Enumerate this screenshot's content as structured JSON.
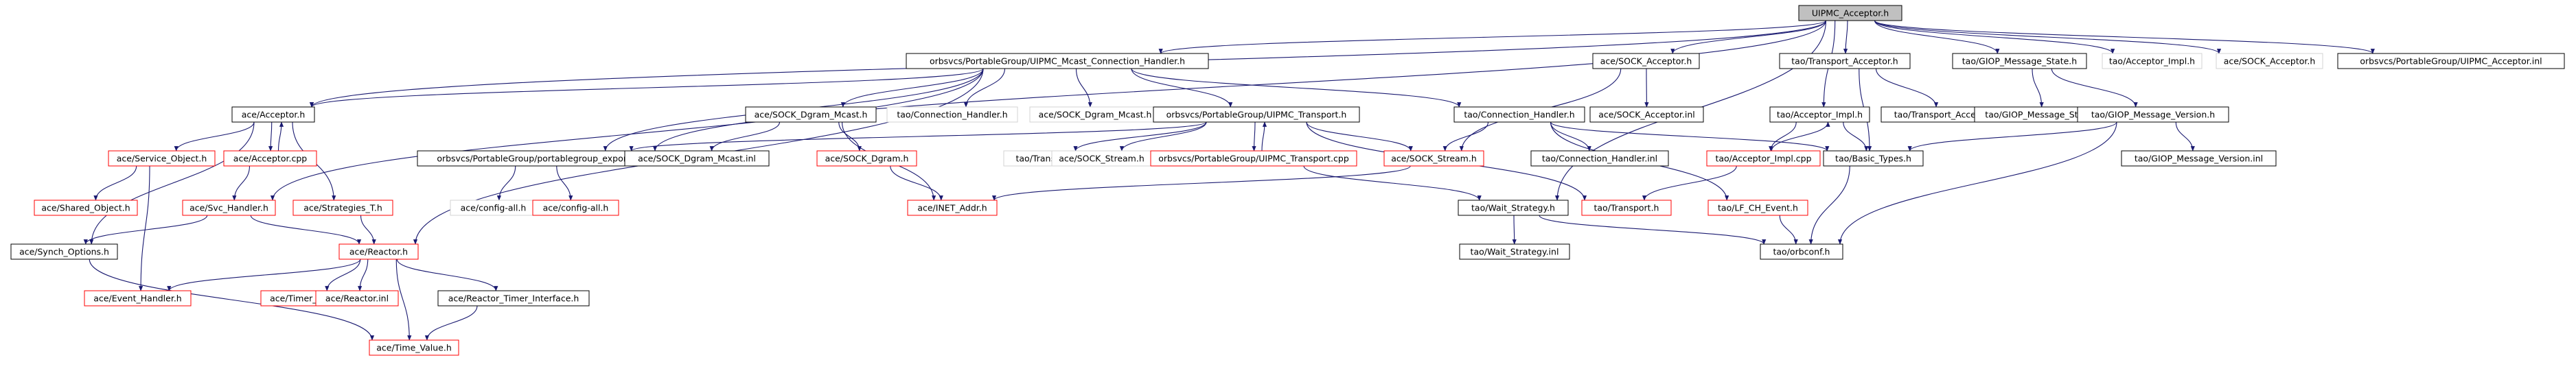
{
  "nodes": [
    {
      "id": "root",
      "label": "UIPMC_Acceptor.h",
      "kind": "root"
    },
    {
      "id": "mch",
      "label": "orbsvcs/PortableGroup/UIPMC_Mcast_Connection_Handler.h",
      "kind": "normal"
    },
    {
      "id": "sockacc",
      "label": "ace/SOCK_Acceptor.h",
      "kind": "normal"
    },
    {
      "id": "tracc",
      "label": "tao/Transport_Acceptor.h",
      "kind": "normal"
    },
    {
      "id": "giopstate",
      "label": "tao/GIOP_Message_State.h",
      "kind": "normal"
    },
    {
      "id": "accimplh2",
      "label": "tao/Acceptor_Impl.h",
      "kind": "grey"
    },
    {
      "id": "sockacc2",
      "label": "ace/SOCK_Acceptor.h",
      "kind": "grey"
    },
    {
      "id": "uipmcaccinl",
      "label": "orbsvcs/PortableGroup/UIPMC_Acceptor.inl",
      "kind": "normal"
    },
    {
      "id": "aceacc",
      "label": "ace/Acceptor.h",
      "kind": "normal"
    },
    {
      "id": "sockdgm",
      "label": "ace/SOCK_Dgram_Mcast.h",
      "kind": "normal"
    },
    {
      "id": "connhandler1",
      "label": "tao/Connection_Handler.h",
      "kind": "grey"
    },
    {
      "id": "sockdgm2",
      "label": "ace/SOCK_Dgram_Mcast.h",
      "kind": "grey"
    },
    {
      "id": "uipmctrans",
      "label": "orbsvcs/PortableGroup/UIPMC_Transport.h",
      "kind": "normal"
    },
    {
      "id": "connhandler",
      "label": "tao/Connection_Handler.h",
      "kind": "normal"
    },
    {
      "id": "sockaccinl",
      "label": "ace/SOCK_Acceptor.inl",
      "kind": "normal"
    },
    {
      "id": "accimpl",
      "label": "tao/Acceptor_Impl.h",
      "kind": "normal"
    },
    {
      "id": "traccinl",
      "label": "tao/Transport_Acceptor.inl",
      "kind": "normal"
    },
    {
      "id": "giopstateinl",
      "label": "tao/GIOP_Message_State.inl",
      "kind": "normal"
    },
    {
      "id": "giopver",
      "label": "tao/GIOP_Message_Version.h",
      "kind": "normal"
    },
    {
      "id": "svcobj",
      "label": "ace/Service_Object.h",
      "kind": "red"
    },
    {
      "id": "acccpp",
      "label": "ace/Acceptor.cpp",
      "kind": "red"
    },
    {
      "id": "pgexport",
      "label": "orbsvcs/PortableGroup/portablegroup_export.h",
      "kind": "normal"
    },
    {
      "id": "sockdgminl",
      "label": "ace/SOCK_Dgram_Mcast.inl",
      "kind": "normal"
    },
    {
      "id": "sockdgram",
      "label": "ace/SOCK_Dgram.h",
      "kind": "red"
    },
    {
      "id": "taotransport1",
      "label": "tao/Transport.h",
      "kind": "grey"
    },
    {
      "id": "sockstream1",
      "label": "ace/SOCK_Stream.h",
      "kind": "grey"
    },
    {
      "id": "uipmctranscpp",
      "label": "orbsvcs/PortableGroup/UIPMC_Transport.cpp",
      "kind": "red"
    },
    {
      "id": "sockstream",
      "label": "ace/SOCK_Stream.h",
      "kind": "red"
    },
    {
      "id": "connhandlerinl",
      "label": "tao/Connection_Handler.inl",
      "kind": "normal"
    },
    {
      "id": "accimplcpp",
      "label": "tao/Acceptor_Impl.cpp",
      "kind": "red"
    },
    {
      "id": "basictypes",
      "label": "tao/Basic_Types.h",
      "kind": "normal"
    },
    {
      "id": "giopverinl",
      "label": "tao/GIOP_Message_Version.inl",
      "kind": "normal"
    },
    {
      "id": "sharedobj",
      "label": "ace/Shared_Object.h",
      "kind": "red"
    },
    {
      "id": "svchandler",
      "label": "ace/Svc_Handler.h",
      "kind": "red"
    },
    {
      "id": "strategies",
      "label": "ace/Strategies_T.h",
      "kind": "red"
    },
    {
      "id": "configall1",
      "label": "ace/config-all.h",
      "kind": "grey"
    },
    {
      "id": "configall2",
      "label": "ace/config-all.h",
      "kind": "red"
    },
    {
      "id": "inetaddr",
      "label": "ace/INET_Addr.h",
      "kind": "red"
    },
    {
      "id": "waitstrat",
      "label": "tao/Wait_Strategy.h",
      "kind": "normal"
    },
    {
      "id": "taotransport",
      "label": "tao/Transport.h",
      "kind": "red"
    },
    {
      "id": "lfch",
      "label": "tao/LF_CH_Event.h",
      "kind": "red"
    },
    {
      "id": "synchopts",
      "label": "ace/Synch_Options.h",
      "kind": "normal"
    },
    {
      "id": "reactor",
      "label": "ace/Reactor.h",
      "kind": "red"
    },
    {
      "id": "waitstratinl",
      "label": "tao/Wait_Strategy.inl",
      "kind": "normal"
    },
    {
      "id": "orbconf",
      "label": "tao/orbconf.h",
      "kind": "normal"
    },
    {
      "id": "eventhandler",
      "label": "ace/Event_Handler.h",
      "kind": "red"
    },
    {
      "id": "timerq",
      "label": "ace/Timer_Queuefwd.h",
      "kind": "red"
    },
    {
      "id": "reactorinl",
      "label": "ace/Reactor.inl",
      "kind": "red"
    },
    {
      "id": "reactortimer",
      "label": "ace/Reactor_Timer_Interface.h",
      "kind": "normal"
    },
    {
      "id": "timevalue",
      "label": "ace/Time_Value.h",
      "kind": "red"
    }
  ],
  "edges": [
    [
      "root",
      "mch"
    ],
    [
      "root",
      "sockacc"
    ],
    [
      "root",
      "tracc"
    ],
    [
      "root",
      "giopstate"
    ],
    [
      "root",
      "accimplh2"
    ],
    [
      "root",
      "sockacc2"
    ],
    [
      "root",
      "uipmcaccinl"
    ],
    [
      "root",
      "aceacc"
    ],
    [
      "root",
      "pgexport"
    ],
    [
      "root",
      "accimpl"
    ],
    [
      "root",
      "waitstrat"
    ],
    [
      "mch",
      "aceacc"
    ],
    [
      "mch",
      "sockdgm"
    ],
    [
      "mch",
      "connhandler1"
    ],
    [
      "mch",
      "sockdgm2"
    ],
    [
      "mch",
      "uipmctrans"
    ],
    [
      "mch",
      "connhandler"
    ],
    [
      "mch",
      "pgexport"
    ],
    [
      "mch",
      "reactor"
    ],
    [
      "mch",
      "svchandler"
    ],
    [
      "sockacc",
      "sockaccinl"
    ],
    [
      "sockacc",
      "sockstream"
    ],
    [
      "tracc",
      "traccinl"
    ],
    [
      "tracc",
      "basictypes"
    ],
    [
      "giopstate",
      "giopstateinl"
    ],
    [
      "giopstate",
      "giopver"
    ],
    [
      "accimpl",
      "accimplcpp"
    ],
    [
      "accimplcpp",
      "accimpl"
    ],
    [
      "accimpl",
      "basictypes"
    ],
    [
      "giopver",
      "giopverinl"
    ],
    [
      "giopver",
      "basictypes"
    ],
    [
      "giopver",
      "orbconf"
    ],
    [
      "aceacc",
      "svcobj"
    ],
    [
      "aceacc",
      "acccpp"
    ],
    [
      "acccpp",
      "aceacc"
    ],
    [
      "aceacc",
      "strategies"
    ],
    [
      "aceacc",
      "synchopts"
    ],
    [
      "sockdgm",
      "sockdgminl"
    ],
    [
      "sockdgm",
      "sockdgram"
    ],
    [
      "sockdgm",
      "inetaddr"
    ],
    [
      "uipmctrans",
      "pgexport"
    ],
    [
      "uipmctrans",
      "taotransport1"
    ],
    [
      "uipmctrans",
      "sockstream1"
    ],
    [
      "uipmctrans",
      "uipmctranscpp"
    ],
    [
      "uipmctranscpp",
      "uipmctrans"
    ],
    [
      "uipmctrans",
      "sockstream"
    ],
    [
      "uipmctrans",
      "taotransport"
    ],
    [
      "connhandler",
      "connhandlerinl"
    ],
    [
      "connhandler",
      "basictypes"
    ],
    [
      "connhandler",
      "lfch"
    ],
    [
      "connhandler",
      "sockstream"
    ],
    [
      "svcobj",
      "sharedobj"
    ],
    [
      "svcobj",
      "eventhandler"
    ],
    [
      "acccpp",
      "svchandler"
    ],
    [
      "pgexport",
      "configall1"
    ],
    [
      "pgexport",
      "configall2"
    ],
    [
      "sockdgram",
      "inetaddr"
    ],
    [
      "sockstream",
      "inetaddr"
    ],
    [
      "uipmctranscpp",
      "waitstrat"
    ],
    [
      "accimplcpp",
      "taotransport"
    ],
    [
      "basictypes",
      "orbconf"
    ],
    [
      "svchandler",
      "synchopts"
    ],
    [
      "svchandler",
      "reactor"
    ],
    [
      "strategies",
      "reactor"
    ],
    [
      "waitstrat",
      "waitstratinl"
    ],
    [
      "waitstrat",
      "orbconf"
    ],
    [
      "lfch",
      "orbconf"
    ],
    [
      "synchopts",
      "timevalue"
    ],
    [
      "reactor",
      "eventhandler"
    ],
    [
      "reactor",
      "timerq"
    ],
    [
      "reactor",
      "reactorinl"
    ],
    [
      "reactor",
      "reactortimer"
    ],
    [
      "reactor",
      "timevalue"
    ],
    [
      "reactortimer",
      "timevalue"
    ]
  ],
  "colors": {
    "edge": "#191970",
    "root_fill": "#c0c0c0",
    "normal_border": "#000000",
    "red_border": "#ff0000",
    "grey_border": "#d3d3d3",
    "text": "#000000"
  }
}
